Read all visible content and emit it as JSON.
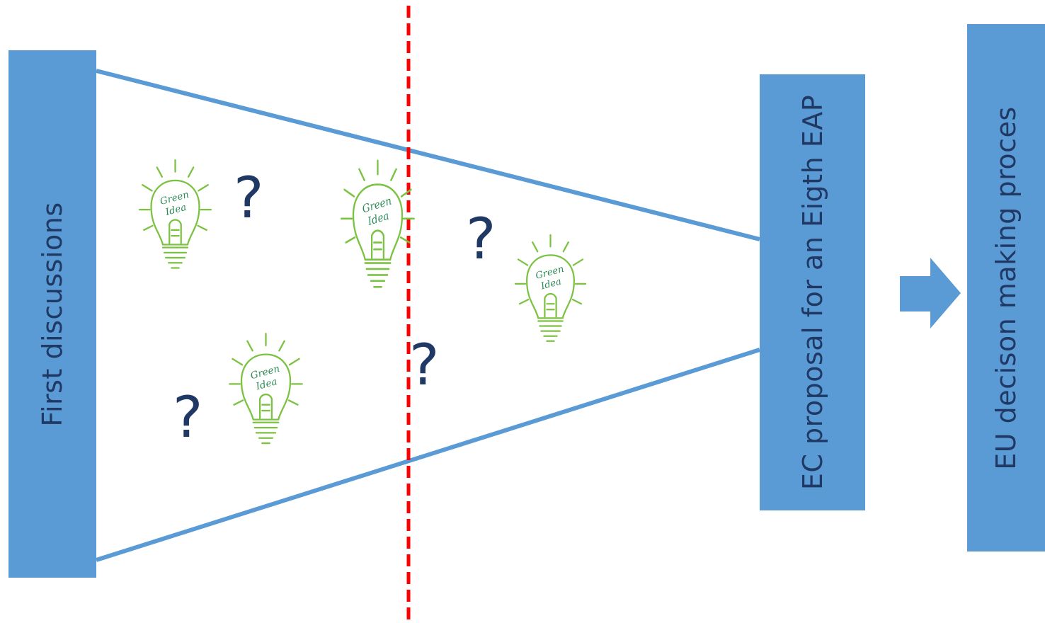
{
  "boxes": {
    "first": {
      "label": "First discussions"
    },
    "ec": {
      "label": "EC proposal for an Eigth EAP"
    },
    "eu": {
      "label": "EU decison making proces"
    }
  },
  "bulb_text": {
    "line1": "Green",
    "line2": "Idea"
  },
  "question_mark": "?",
  "colors": {
    "box_fill": "#5b9bd5",
    "funnel_line": "#5b9bd5",
    "cutoff_line": "#ff0000",
    "label_text": "#1f3864",
    "bulb": "#7cc242"
  },
  "icons": {
    "arrow": "right-arrow-icon",
    "bulb": "lightbulb-icon"
  }
}
